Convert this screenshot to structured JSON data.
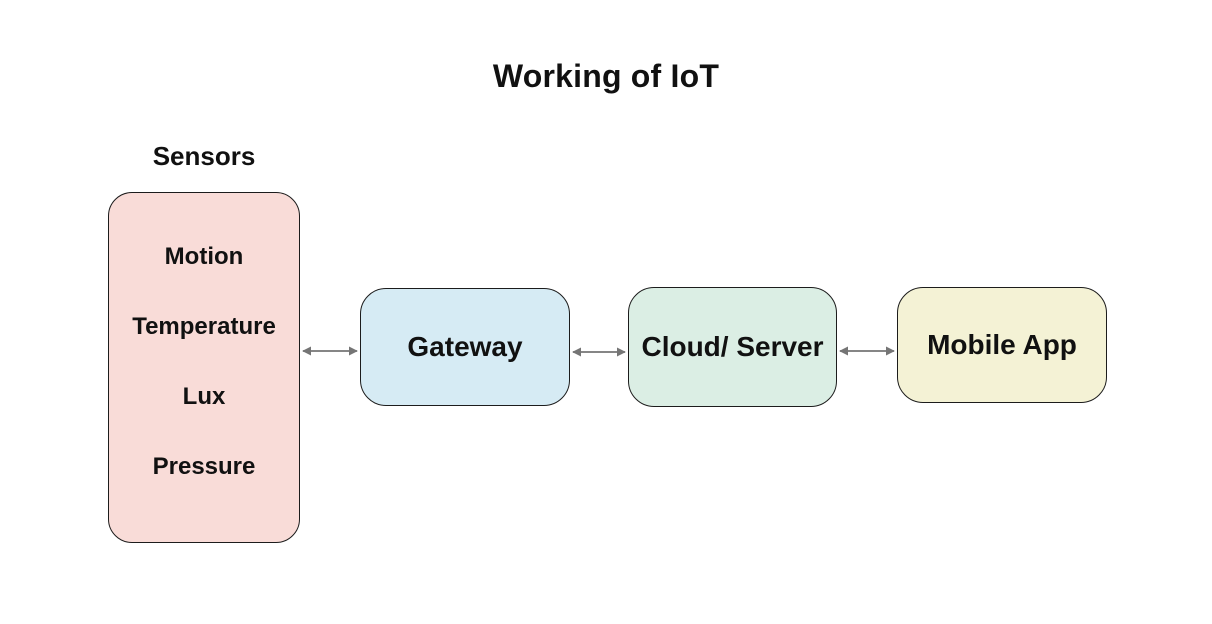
{
  "diagram": {
    "title": "Working of IoT",
    "background_color": "#ffffff",
    "box_border_color": "#1c1c1c",
    "arrow_color": "#757575",
    "sensors_group": {
      "label": "Sensors",
      "fill_color": "#f9dcd8",
      "items": [
        "Motion",
        "Temperature",
        "Lux",
        "Pressure"
      ]
    },
    "nodes": [
      {
        "id": "gateway",
        "label": "Gateway",
        "fill_color": "#d6ebf4"
      },
      {
        "id": "cloud-server",
        "label": "Cloud/ Server",
        "fill_color": "#dbeee4"
      },
      {
        "id": "mobile-app",
        "label": "Mobile App",
        "fill_color": "#f4f2d5"
      }
    ],
    "connections": [
      {
        "from": "Sensors",
        "to": "Gateway",
        "direction": "bidirectional"
      },
      {
        "from": "Gateway",
        "to": "Cloud/ Server",
        "direction": "bidirectional"
      },
      {
        "from": "Cloud/ Server",
        "to": "Mobile App",
        "direction": "bidirectional"
      }
    ]
  }
}
